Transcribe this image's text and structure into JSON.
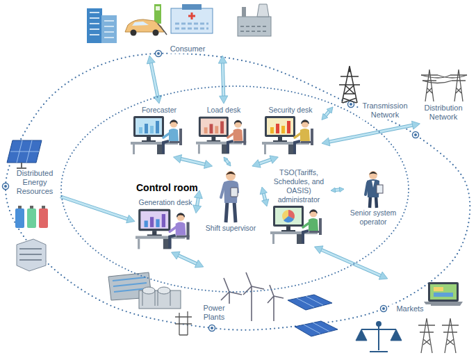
{
  "diagram": {
    "nodes": [
      {
        "text": [
          "Control room"
        ]
      },
      {
        "text": [
          "Forecaster"
        ],
        "in": 0
      },
      {
        "text": [
          "Load desk"
        ],
        "in": 0
      },
      {
        "text": [
          "Security desk"
        ],
        "in": 0
      },
      {
        "text": [
          "Generation desk"
        ],
        "in": 0
      },
      {
        "text": [
          "Shift supervisor"
        ],
        "in": 0
      },
      {
        "text": [
          "TSO(Tariffs, Schedules, and OASIS) administrator"
        ],
        "in": 0
      },
      {
        "text": [
          "Senior system operator"
        ],
        "in": 0
      },
      {
        "text": [
          "Consumer"
        ]
      },
      {
        "text": [
          "Transmission Network"
        ]
      },
      {
        "text": [
          "Distribution Network"
        ]
      },
      {
        "text": [
          "Distributed Energy Resources"
        ]
      },
      {
        "text": [
          "Power Plants"
        ]
      },
      {
        "text": [
          "Markets"
        ]
      }
    ],
    "edges": [
      {
        "from": 8,
        "to": 1,
        "arrow": "both"
      },
      {
        "from": 8,
        "to": 2,
        "arrow": "both"
      },
      {
        "from": 9,
        "to": 3,
        "arrow": "both"
      },
      {
        "from": 10,
        "to": 3,
        "arrow": "both"
      },
      {
        "from": 11,
        "to": 4,
        "arrow": "to"
      },
      {
        "from": 12,
        "to": 4,
        "arrow": "both"
      },
      {
        "from": 13,
        "to": 6,
        "arrow": "both"
      },
      {
        "from": 5,
        "to": 1,
        "arrow": "both"
      },
      {
        "from": 5,
        "to": 2,
        "arrow": "both"
      },
      {
        "from": 5,
        "to": 3,
        "arrow": "both"
      },
      {
        "from": 5,
        "to": 4,
        "arrow": "both"
      },
      {
        "from": 5,
        "to": 6,
        "arrow": "both"
      },
      {
        "from": 6,
        "to": 7,
        "arrow": "both"
      }
    ]
  }
}
